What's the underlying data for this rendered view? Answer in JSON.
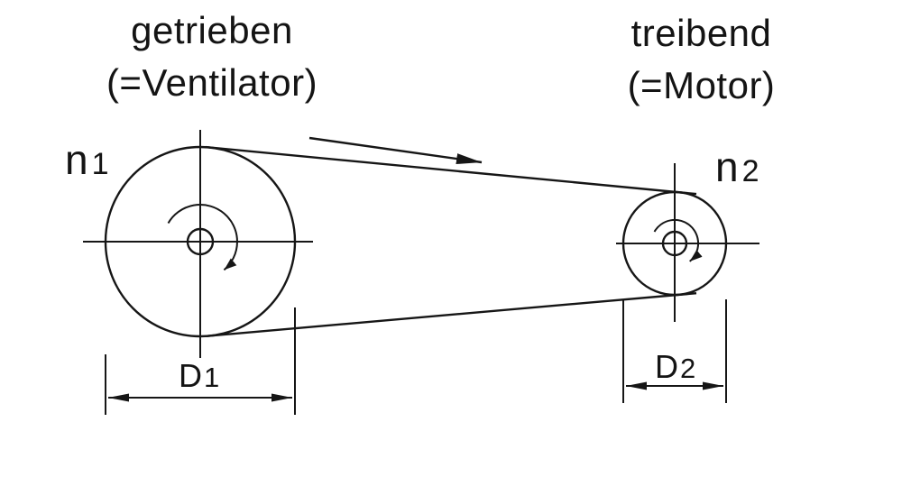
{
  "diagram": {
    "colors": {
      "line": "#161616",
      "background": "#ffffff",
      "text": "#141414"
    },
    "left_pulley": {
      "caption_line1": "getrieben",
      "caption_line2": "(=Ventilator)",
      "speed_symbol": "n",
      "speed_index": "1",
      "diameter_symbol": "D",
      "diameter_index": "1"
    },
    "right_pulley": {
      "caption_line1": "treibend",
      "caption_line2": "(=Motor)",
      "speed_symbol": "n",
      "speed_index": "2",
      "diameter_symbol": "D",
      "diameter_index": "2"
    }
  }
}
